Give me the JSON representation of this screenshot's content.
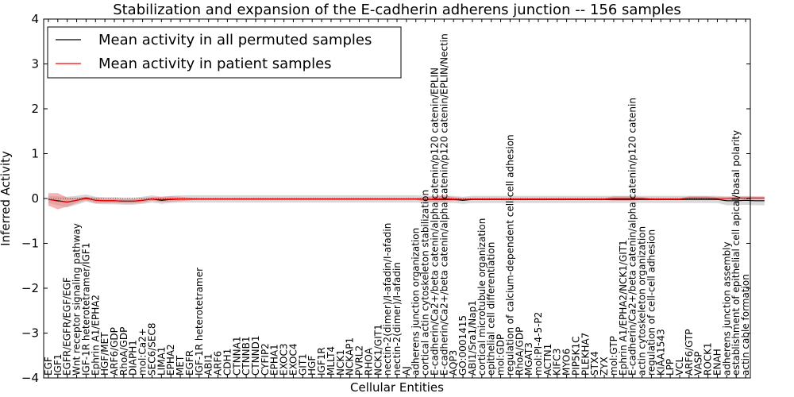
{
  "chart_data": {
    "type": "line",
    "title": "Stabilization and expansion of the E-cadherin adherens junction -- 156 samples",
    "xlabel": "Cellular Entities",
    "ylabel": "Inferred Activity",
    "ylim": [
      -4,
      4
    ],
    "yticks": [
      -4,
      -3,
      -2,
      -1,
      0,
      1,
      2,
      3,
      4
    ],
    "grid": false,
    "legend_position": "top-left",
    "categories": [
      "EGF",
      "IGF1",
      "EGFR/EGFR/EGF/EGF",
      "Wnt receptor signaling pathway",
      "IGF-1R heterotetramer/IGF1",
      "Ephrin A1/EPHA2",
      "HGF/MET",
      "ARF6/GDP",
      "RhoA/GDP",
      "DIAPH1",
      "mol:Ca2+",
      "SEC6/SEC8",
      "LIMA1",
      "EPHA2",
      "MET",
      "EGFR",
      "IGF-1R heterotetramer",
      "ABI1",
      "ARF6",
      "CDH1",
      "CTNNA1",
      "CTNNB1",
      "CTNND1",
      "CYFIP2",
      "EPHA1",
      "EXOC3",
      "EXOC4",
      "GIT1",
      "HGF",
      "IGF1R",
      "MLLT4",
      "NCK1",
      "NCKAP1",
      "PVRL2",
      "RHOA",
      "NCK1/GIT1",
      "nectin-2(dimer)/I-afadin/I-afadin",
      "nectin-2(dimer)/I-afadin",
      "AJ",
      "adherens junction organization",
      "cortical actin cytoskeleton stabilization",
      "E-cadherin/Ca2+/beta catenin/alpha catenin/p120 catenin/EPLIN",
      "E-cadherin/Ca2+/beta catenin/alpha catenin/p120 catenin/EPLIN/Nectin",
      "AQP3",
      "GO:0001415",
      "ABI1/Sra1/Nap1",
      "cortical microtubule organization",
      "epithelial cell differentiation",
      "mol:GDP",
      "regulation of calcium-dependent cell-cell adhesion",
      "RhoA/GDP",
      "MGAT3",
      "mol:PI-4-5-P2",
      "ACTN1",
      "KIFC3",
      "MYO6",
      "PIP5K1C",
      "PLEKHA7",
      "STX4",
      "ZYX",
      "mol:GTP",
      "Ephrin A1/EPHA2/NCK1/GIT1",
      "E-cadherin/Ca2+/beta catenin/alpha catenin/p120 catenin",
      "actin cytoskeleton organization",
      "regulation of cell-cell adhesion",
      "KIAA1543",
      "LPP",
      "VCL",
      "ARF6/GTP",
      "VASP",
      "ROCK1",
      "ENAH",
      "adherens junction assembly",
      "establishment of epithelial cell apical/basal polarity",
      "actin cable formation"
    ],
    "series": [
      {
        "name": "Mean activity in all permuted samples",
        "color": "#000000",
        "band_color": "#c8c8c8",
        "values": [
          -0.02,
          -0.05,
          -0.08,
          -0.04,
          0.01,
          -0.04,
          -0.05,
          -0.05,
          -0.06,
          -0.06,
          -0.04,
          -0.01,
          -0.04,
          -0.02,
          -0.01,
          -0.01,
          -0.01,
          -0.01,
          -0.01,
          -0.01,
          -0.01,
          -0.01,
          -0.01,
          -0.01,
          -0.01,
          -0.01,
          -0.01,
          -0.01,
          -0.01,
          -0.01,
          -0.01,
          -0.01,
          -0.01,
          -0.01,
          -0.01,
          -0.01,
          -0.01,
          -0.01,
          -0.01,
          -0.01,
          -0.02,
          -0.02,
          -0.02,
          -0.02,
          -0.04,
          -0.02,
          -0.02,
          -0.02,
          -0.02,
          -0.02,
          -0.02,
          -0.02,
          -0.02,
          -0.02,
          -0.02,
          -0.02,
          -0.02,
          -0.02,
          -0.02,
          -0.02,
          -0.02,
          -0.02,
          -0.02,
          -0.02,
          -0.02,
          -0.02,
          -0.02,
          -0.02,
          -0.02,
          -0.02,
          -0.02,
          -0.02,
          -0.05,
          -0.05,
          -0.04,
          -0.05,
          -0.05
        ],
        "band": [
          0.08,
          0.1,
          0.12,
          0.1,
          0.08,
          0.08,
          0.08,
          0.08,
          0.08,
          0.08,
          0.08,
          0.08,
          0.08,
          0.08,
          0.08,
          0.08,
          0.08,
          0.08,
          0.08,
          0.08,
          0.08,
          0.08,
          0.08,
          0.08,
          0.08,
          0.08,
          0.08,
          0.08,
          0.08,
          0.08,
          0.08,
          0.08,
          0.08,
          0.08,
          0.08,
          0.08,
          0.08,
          0.08,
          0.08,
          0.08,
          0.08,
          0.08,
          0.08,
          0.08,
          0.08,
          0.08,
          0.08,
          0.08,
          0.08,
          0.08,
          0.08,
          0.08,
          0.08,
          0.08,
          0.08,
          0.08,
          0.08,
          0.08,
          0.08,
          0.08,
          0.08,
          0.08,
          0.08,
          0.08,
          0.08,
          0.08,
          0.08,
          0.08,
          0.08,
          0.08,
          0.08,
          0.08,
          0.1,
          0.1,
          0.1,
          0.1,
          0.1
        ]
      },
      {
        "name": "Mean activity in patient samples",
        "color": "#ff0000",
        "band_color": "#f08080",
        "values": [
          -0.02,
          -0.06,
          -0.08,
          -0.04,
          0.0,
          -0.04,
          -0.05,
          -0.05,
          -0.06,
          -0.06,
          -0.04,
          -0.01,
          -0.02,
          -0.01,
          -0.01,
          -0.01,
          -0.01,
          -0.01,
          -0.01,
          -0.01,
          -0.01,
          -0.01,
          -0.01,
          -0.01,
          -0.01,
          -0.01,
          -0.01,
          -0.01,
          -0.01,
          -0.01,
          -0.01,
          -0.01,
          -0.01,
          -0.01,
          -0.01,
          -0.01,
          -0.01,
          -0.01,
          -0.01,
          -0.01,
          -0.02,
          -0.01,
          0.0,
          -0.01,
          -0.02,
          -0.01,
          -0.01,
          -0.01,
          -0.01,
          -0.01,
          -0.01,
          -0.01,
          -0.01,
          -0.01,
          -0.01,
          -0.01,
          -0.01,
          -0.01,
          -0.01,
          -0.01,
          0.0,
          0.0,
          0.0,
          0.0,
          -0.01,
          -0.01,
          -0.01,
          -0.01,
          0.01,
          0.01,
          0.01,
          0.0,
          0.0,
          0.01,
          0.01,
          0.01,
          0.01
        ],
        "band": [
          0.14,
          0.18,
          0.1,
          0.06,
          0.04,
          0.06,
          0.05,
          0.05,
          0.05,
          0.05,
          0.05,
          0.04,
          0.06,
          0.06,
          0.05,
          0.03,
          0.02,
          0.02,
          0.02,
          0.02,
          0.02,
          0.02,
          0.02,
          0.02,
          0.02,
          0.02,
          0.02,
          0.02,
          0.02,
          0.02,
          0.02,
          0.02,
          0.02,
          0.02,
          0.02,
          0.02,
          0.02,
          0.02,
          0.02,
          0.02,
          0.05,
          0.06,
          0.07,
          0.04,
          0.03,
          0.02,
          0.02,
          0.02,
          0.02,
          0.02,
          0.02,
          0.02,
          0.02,
          0.02,
          0.02,
          0.02,
          0.02,
          0.02,
          0.02,
          0.02,
          0.05,
          0.05,
          0.05,
          0.03,
          0.02,
          0.02,
          0.02,
          0.02,
          0.04,
          0.04,
          0.04,
          0.03,
          0.03,
          0.03,
          0.03,
          0.03,
          0.03
        ]
      }
    ]
  }
}
